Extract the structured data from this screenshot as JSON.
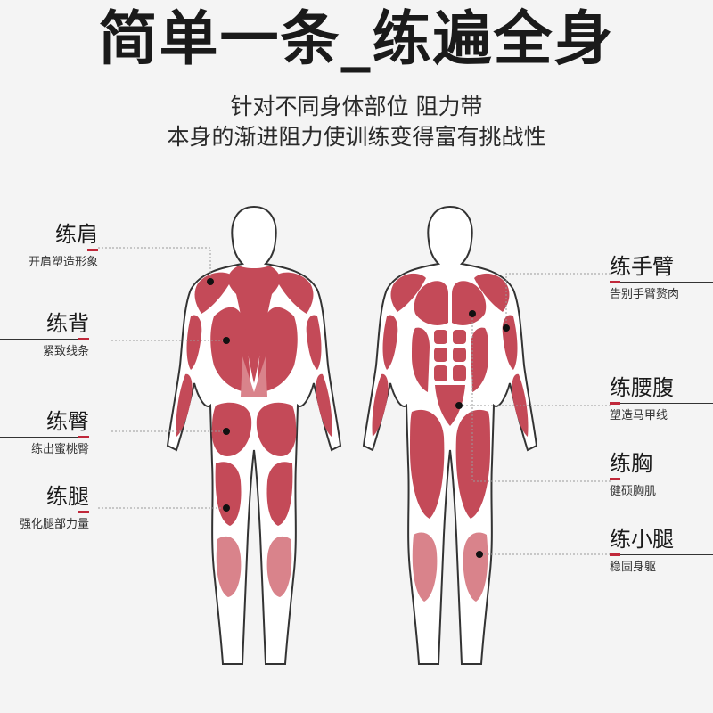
{
  "title": "简单一条_练遍全身",
  "subtitle_line1": "针对不同身体部位 阻力带",
  "subtitle_line2": "本身的渐进阻力使训练变得富有挑战性",
  "colors": {
    "muscle": "#c44a58",
    "muscle_light": "#d9838b",
    "outline": "#333333",
    "accent": "#c0283a"
  },
  "left_labels": [
    {
      "title": "练肩",
      "desc": "开肩塑造形象"
    },
    {
      "title": "练背",
      "desc": "紧致线条"
    },
    {
      "title": "练臀",
      "desc": "练出蜜桃臀"
    },
    {
      "title": "练腿",
      "desc": "强化腿部力量"
    }
  ],
  "right_labels": [
    {
      "title": "练手臂",
      "desc": "告别手臂赘肉"
    },
    {
      "title": "练腰腹",
      "desc": "塑造马甲线"
    },
    {
      "title": "练胸",
      "desc": "健硕胸肌"
    },
    {
      "title": "练小腿",
      "desc": "稳固身躯"
    }
  ]
}
